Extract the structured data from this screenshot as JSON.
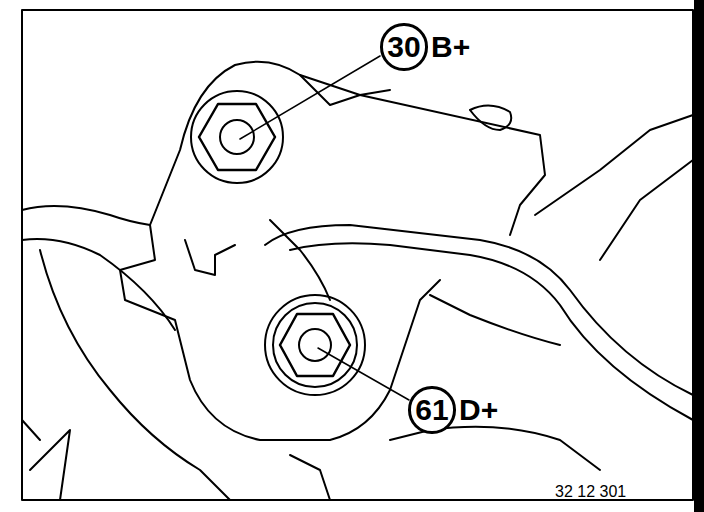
{
  "diagram": {
    "nodes": [
      {
        "text": [
          "30"
        ]
      },
      {
        "text": [
          "61"
        ]
      }
    ],
    "labels": [
      "B+",
      "D+",
      "32 12 301"
    ]
  }
}
